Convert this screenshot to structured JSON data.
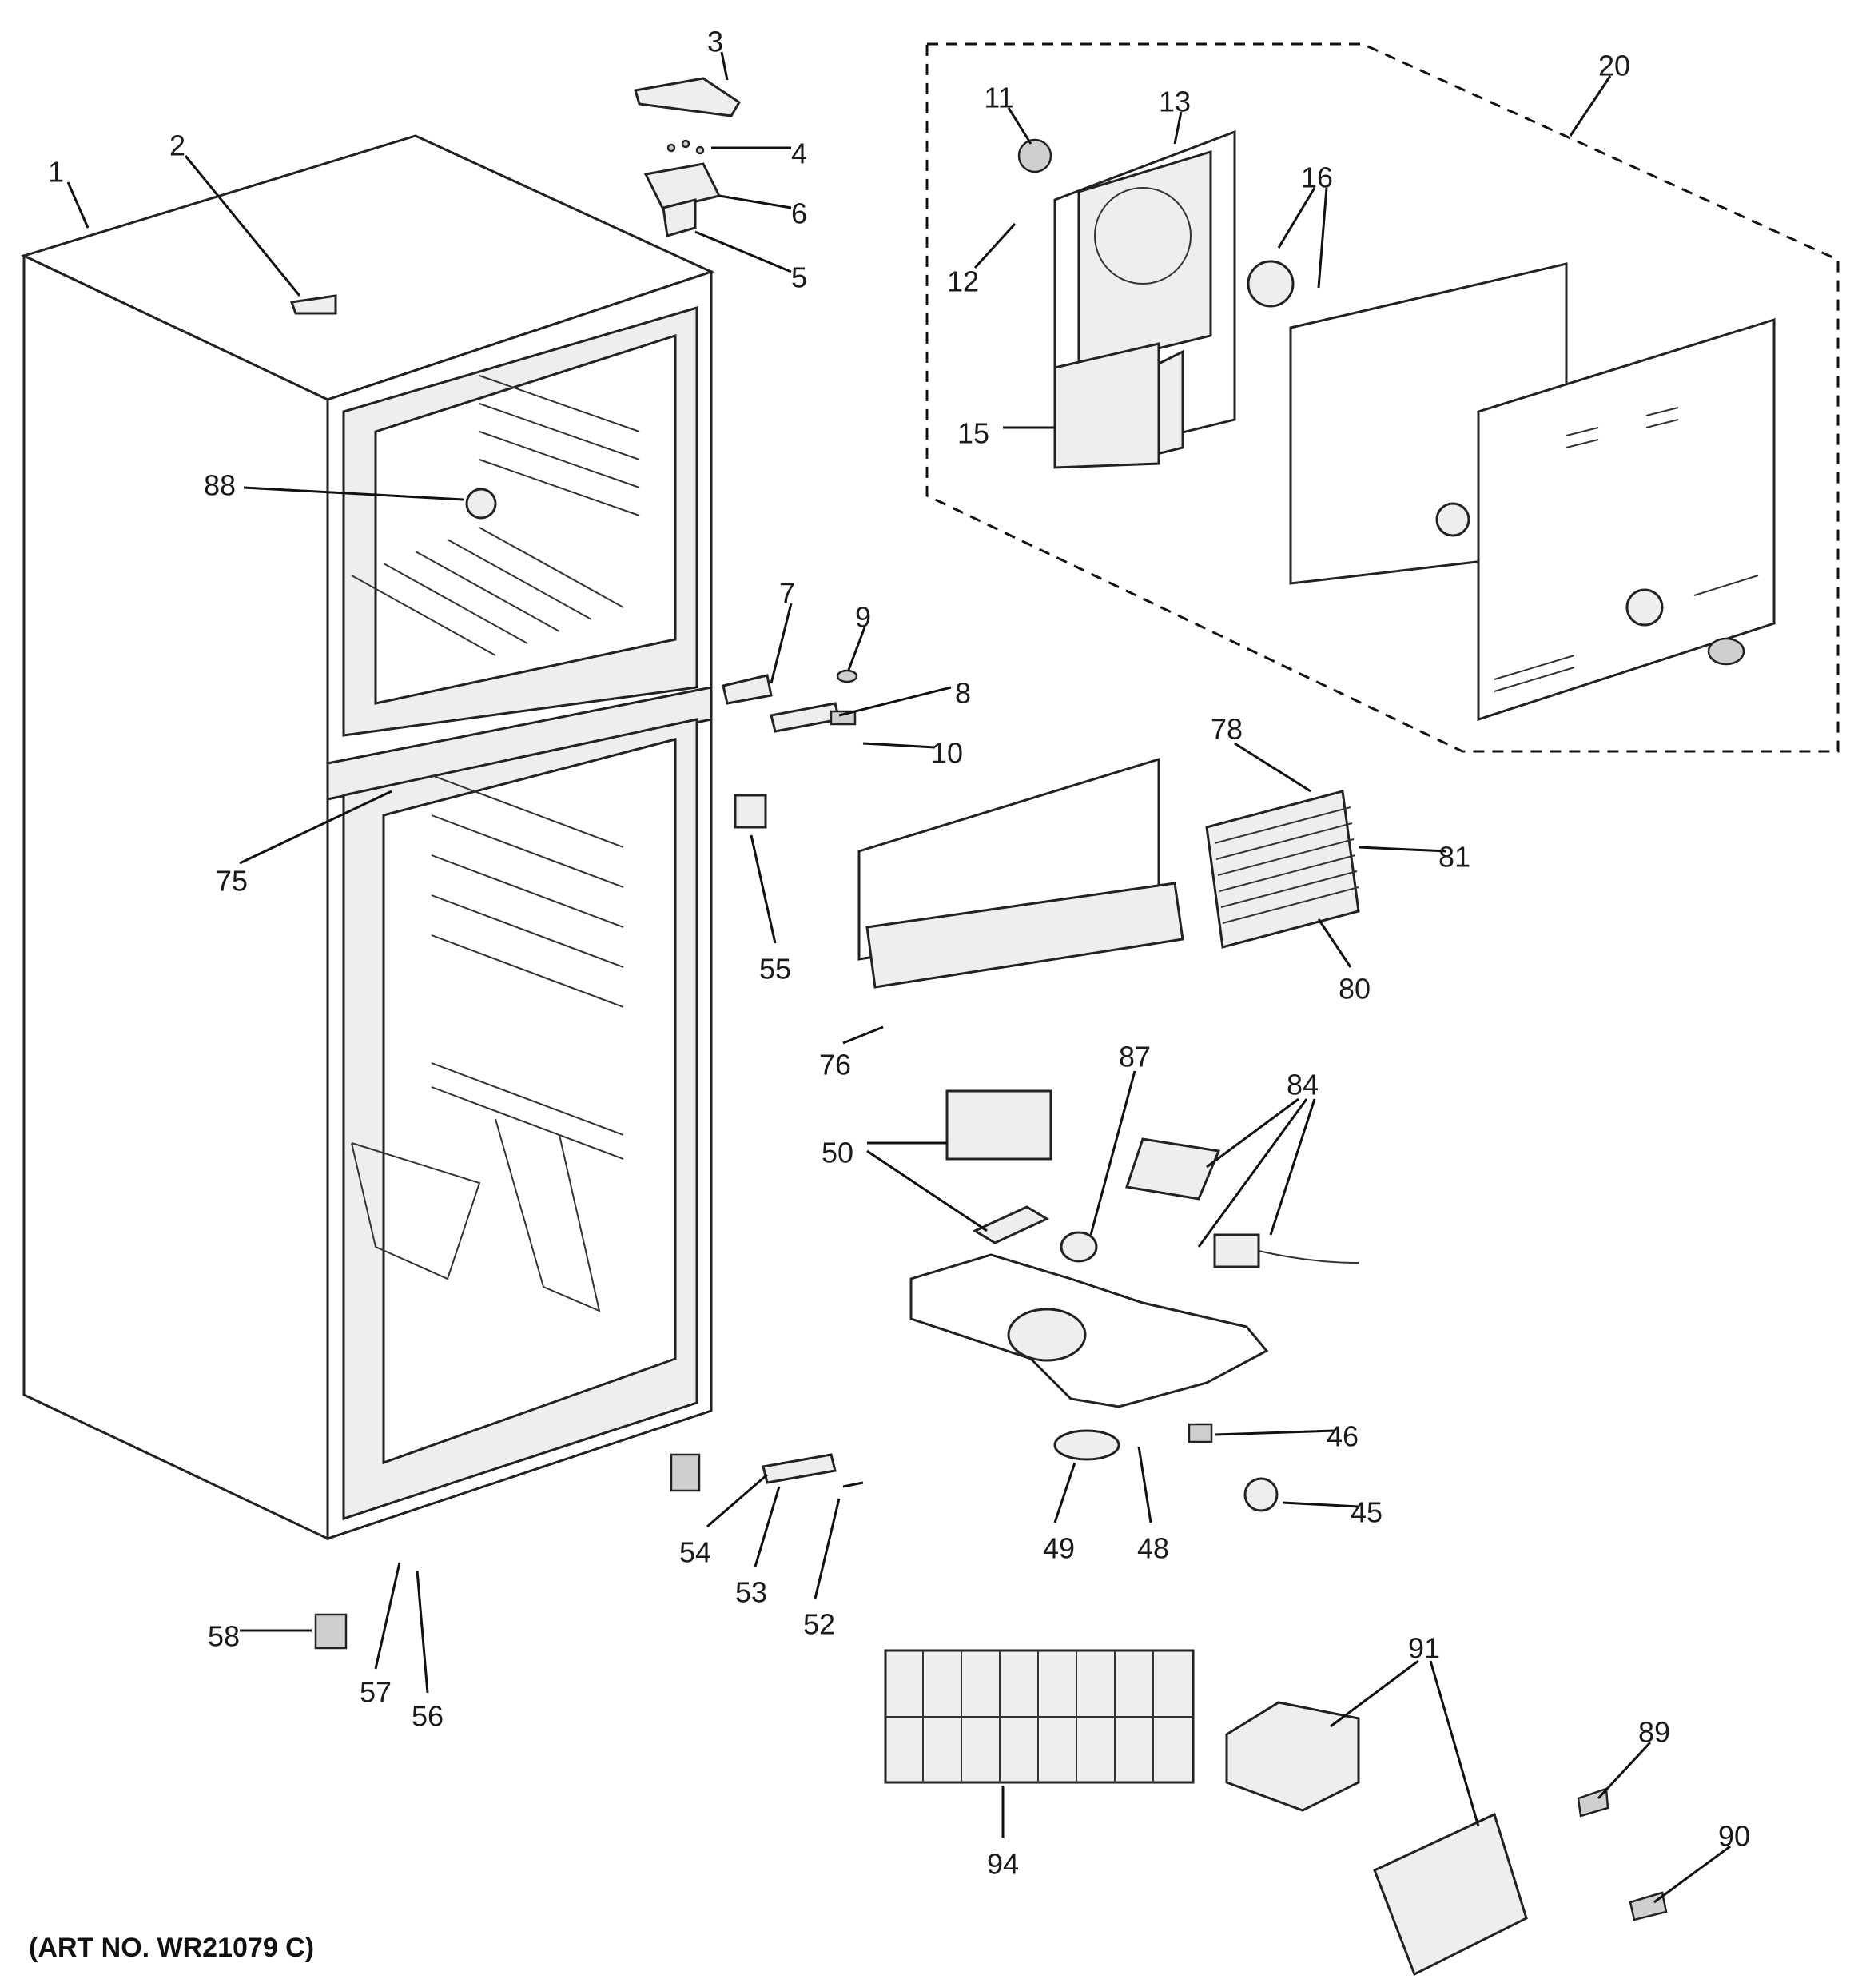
{
  "art_number": "(ART NO. WR21079 C)",
  "callouts": [
    {
      "id": "1",
      "label": "1"
    },
    {
      "id": "2",
      "label": "2"
    },
    {
      "id": "3",
      "label": "3"
    },
    {
      "id": "4",
      "label": "4"
    },
    {
      "id": "5",
      "label": "5"
    },
    {
      "id": "6",
      "label": "6"
    },
    {
      "id": "7",
      "label": "7"
    },
    {
      "id": "8",
      "label": "8"
    },
    {
      "id": "9",
      "label": "9"
    },
    {
      "id": "10",
      "label": "10"
    },
    {
      "id": "11",
      "label": "11"
    },
    {
      "id": "12",
      "label": "12"
    },
    {
      "id": "13",
      "label": "13"
    },
    {
      "id": "15",
      "label": "15"
    },
    {
      "id": "16",
      "label": "16"
    },
    {
      "id": "20",
      "label": "20"
    },
    {
      "id": "45",
      "label": "45"
    },
    {
      "id": "46",
      "label": "46"
    },
    {
      "id": "48",
      "label": "48"
    },
    {
      "id": "49",
      "label": "49"
    },
    {
      "id": "50",
      "label": "50"
    },
    {
      "id": "52",
      "label": "52"
    },
    {
      "id": "53",
      "label": "53"
    },
    {
      "id": "54",
      "label": "54"
    },
    {
      "id": "55",
      "label": "55"
    },
    {
      "id": "56",
      "label": "56"
    },
    {
      "id": "57",
      "label": "57"
    },
    {
      "id": "58",
      "label": "58"
    },
    {
      "id": "75",
      "label": "75"
    },
    {
      "id": "76",
      "label": "76"
    },
    {
      "id": "78",
      "label": "78"
    },
    {
      "id": "80",
      "label": "80"
    },
    {
      "id": "81",
      "label": "81"
    },
    {
      "id": "84",
      "label": "84"
    },
    {
      "id": "87",
      "label": "87"
    },
    {
      "id": "88",
      "label": "88"
    },
    {
      "id": "89",
      "label": "89"
    },
    {
      "id": "90",
      "label": "90"
    },
    {
      "id": "91",
      "label": "91"
    },
    {
      "id": "94",
      "label": "94"
    }
  ]
}
